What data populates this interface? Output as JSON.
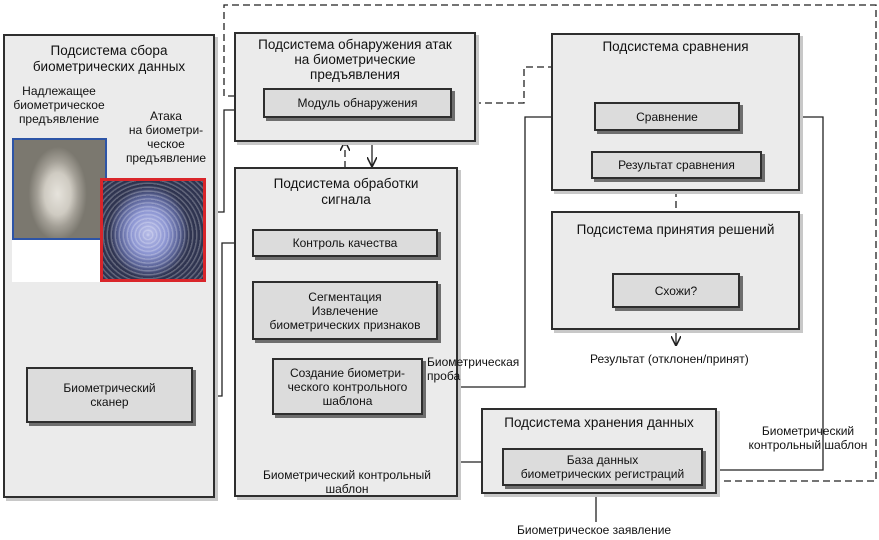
{
  "panels": {
    "capture": {
      "title": "Подсистема сбора\nбиометрических данных"
    },
    "attack": {
      "title": "Подсистема обнаружения атак\nна биометрические\nпредъявления"
    },
    "signal": {
      "title": "Подсистема обработки\nсигнала"
    },
    "comparison": {
      "title": "Подсистема сравнения"
    },
    "decision": {
      "title": "Подсистема принятия решений"
    },
    "storage": {
      "title": "Подсистема хранения данных"
    }
  },
  "boxes": {
    "detection_module": "Модуль обнаружения",
    "quality_control": "Контроль качества",
    "segmentation": "Сегментация\nИзвлечение\nбиометрических признаков",
    "template_creation": "Создание биометри-\nческого контрольного\nшаблона",
    "scanner": "Биометрический\nсканер",
    "compare": "Сравнение",
    "compare_result": "Результат сравнения",
    "similar": "Схожи?",
    "database": "База данных\nбиометрических регистраций"
  },
  "labels": {
    "genuine": "Надлежащее\nбиометрическое\nпредъявление",
    "attack_presentation": "Атака\nна биометри-\nческое\nпредъявление",
    "probe": "Биометрическая\nпроба",
    "result": "Результат (отклонен/принят)",
    "template_bottom": "Биометрический контрольный\nшаблон",
    "template_right": "Биометрический\nконтрольный шаблон",
    "enrollment": "Биометрическое заявление"
  }
}
